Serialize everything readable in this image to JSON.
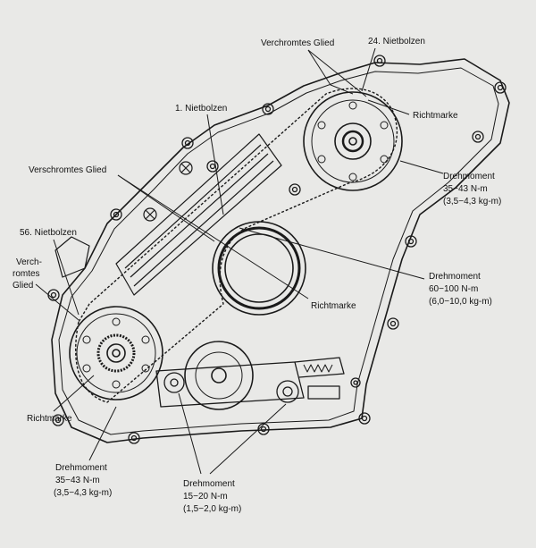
{
  "labels": {
    "verchromtes_glied_top": "Verchromtes Glied",
    "nietbolzen_24": "24. Nietbolzen",
    "richtmarke_top": "Richtmarke",
    "nietbolzen_1": "1. Nietbolzen",
    "verschromtes_glied": "Verschromtes Glied",
    "drehmoment_upper": [
      "Drehmoment",
      "35−43 N-m",
      "(3,5−4,3 kg-m)"
    ],
    "nietbolzen_56": "56. Nietbolzen",
    "verchromtes_glied_left": [
      "Verch-",
      "romtes",
      "Glied"
    ],
    "drehmoment_mid": [
      "Drehmoment",
      "60−100 N-m",
      "(6,0−10,0 kg-m)"
    ],
    "richtmarke_mid": "Richtmarke",
    "richtmarke_left": "Richtmarke",
    "drehmoment_lower_left": [
      "Drehmoment",
      "35−43 N-m",
      "(3,5−4,3 kg-m)"
    ],
    "drehmoment_lower_mid": [
      "Drehmoment",
      "15−20 N-m",
      "(1,5−2,0 kg-m)"
    ]
  },
  "colors": {
    "ink": "#1a1a1a",
    "paper": "#e9e9e7"
  }
}
